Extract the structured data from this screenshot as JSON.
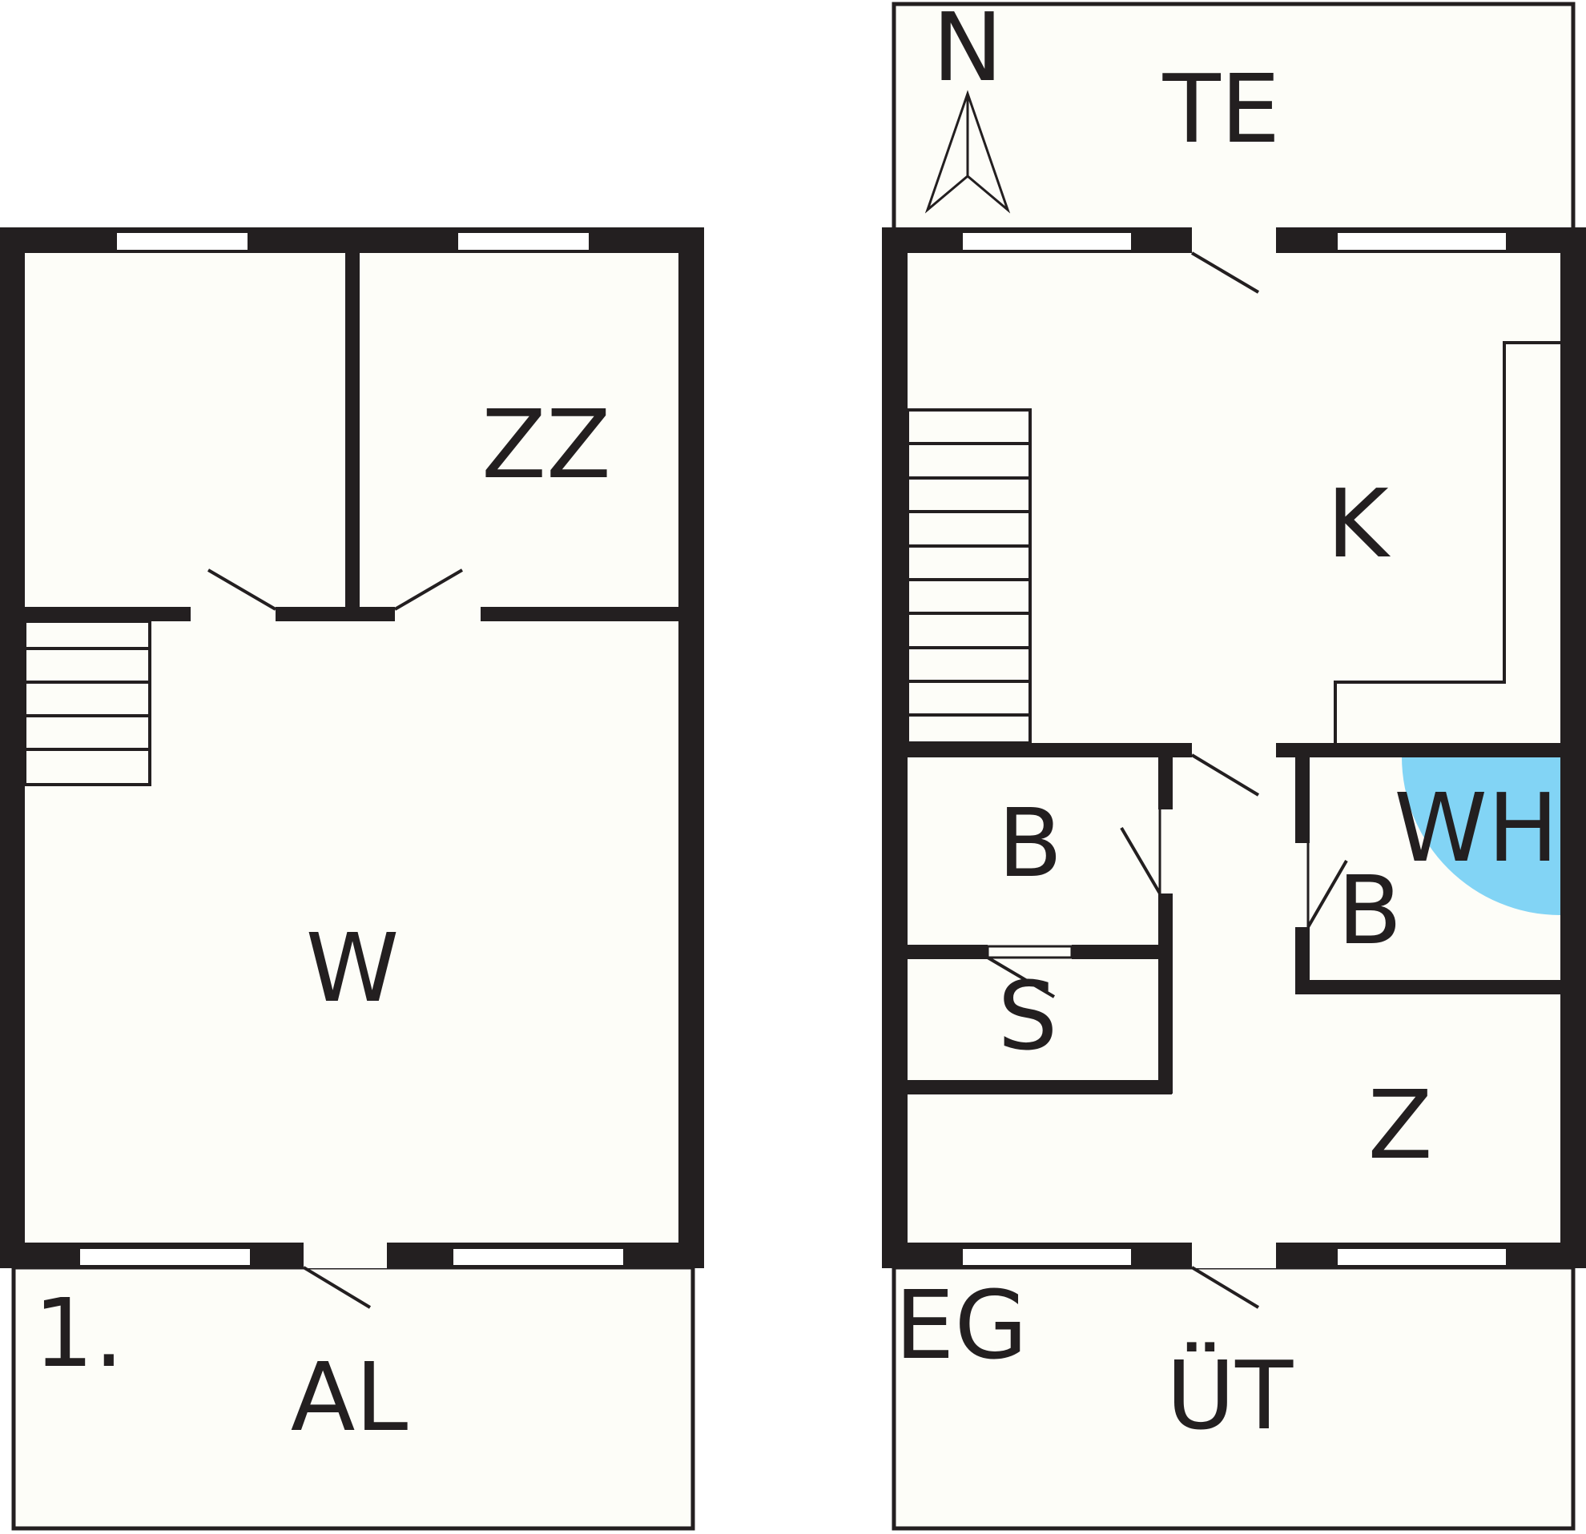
{
  "colors": {
    "wall": "#231f20",
    "floor": "#fdfdf8",
    "window": "#ffffff",
    "bath_highlight": "#82d4f5",
    "background": "#ffffff"
  },
  "upper_floor": {
    "floor_label": "1.",
    "rooms": {
      "bedroom": "ZZ",
      "living": "W",
      "balcony": "AL"
    }
  },
  "ground_floor": {
    "floor_label": "EG",
    "rooms": {
      "terrace": "TE",
      "kitchen": "K",
      "bath_left": "B",
      "bath_right": "B",
      "storage": "S",
      "wh": "WH",
      "hall": "Z",
      "exterior": "ÜT"
    }
  },
  "compass": {
    "label": "N",
    "icon": "north-arrow-icon"
  }
}
